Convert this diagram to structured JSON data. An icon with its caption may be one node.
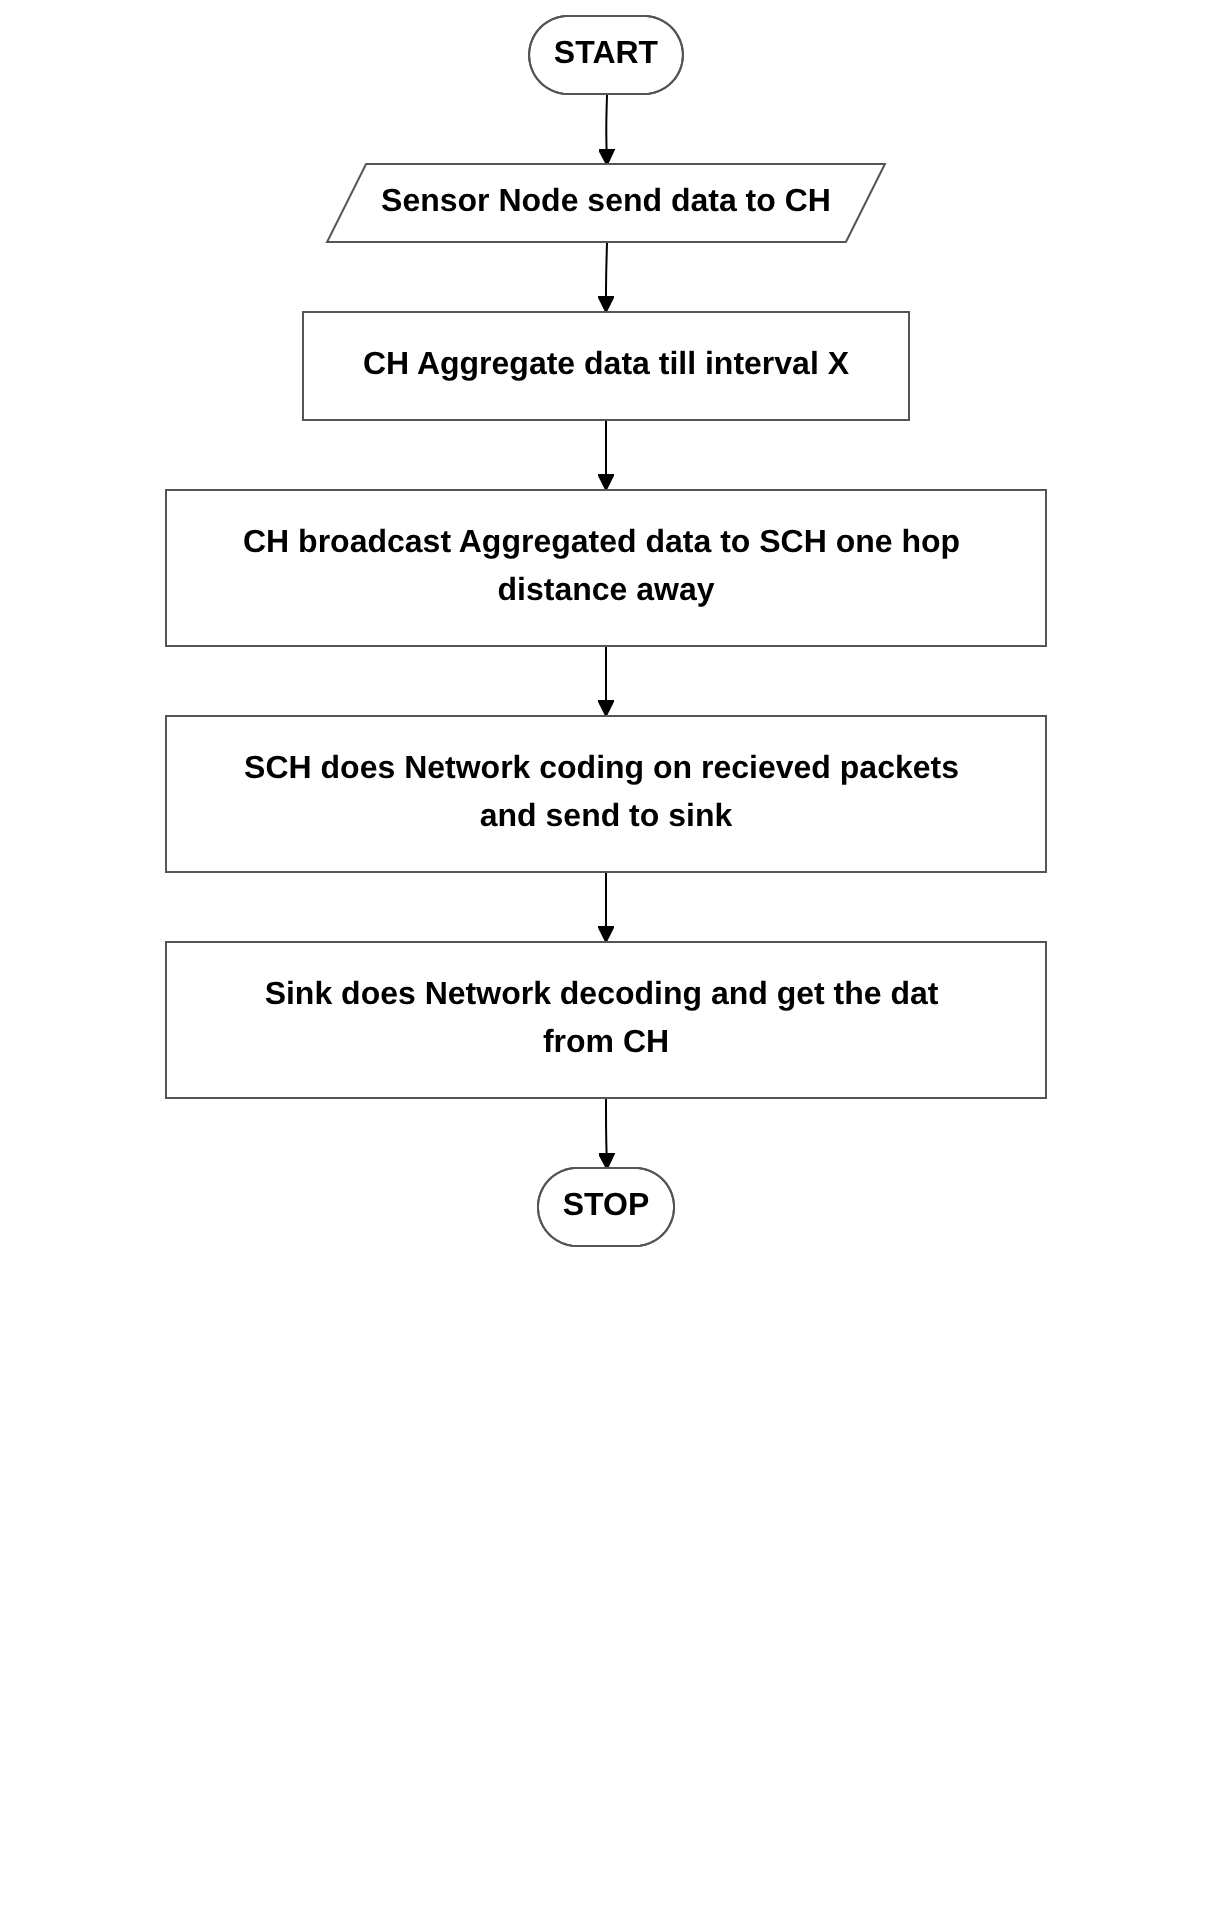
{
  "diagram": {
    "nodes": [
      {
        "text": [
          "START"
        ]
      },
      {
        "text": [
          "Sensor Node send data to CH"
        ]
      },
      {
        "text": [
          "CH Aggregate data till interval X"
        ]
      },
      {
        "text": [
          "CH broadcast Aggregated data to SCH one hop distance away"
        ]
      },
      {
        "text": [
          "SCH does Network coding on recieved packets and send to sink"
        ]
      },
      {
        "text": [
          "Sink does Network decoding and get the dat from CH"
        ]
      },
      {
        "text": [
          "STOP"
        ]
      }
    ],
    "edges": [
      {
        "from": 0,
        "to": 1,
        "arrow": "to"
      },
      {
        "from": 1,
        "to": 2,
        "arrow": "to"
      },
      {
        "from": 2,
        "to": 3,
        "arrow": "to"
      },
      {
        "from": 3,
        "to": 4,
        "arrow": "to"
      },
      {
        "from": 4,
        "to": 5,
        "arrow": "to"
      },
      {
        "from": 5,
        "to": 6,
        "arrow": "to"
      }
    ]
  }
}
